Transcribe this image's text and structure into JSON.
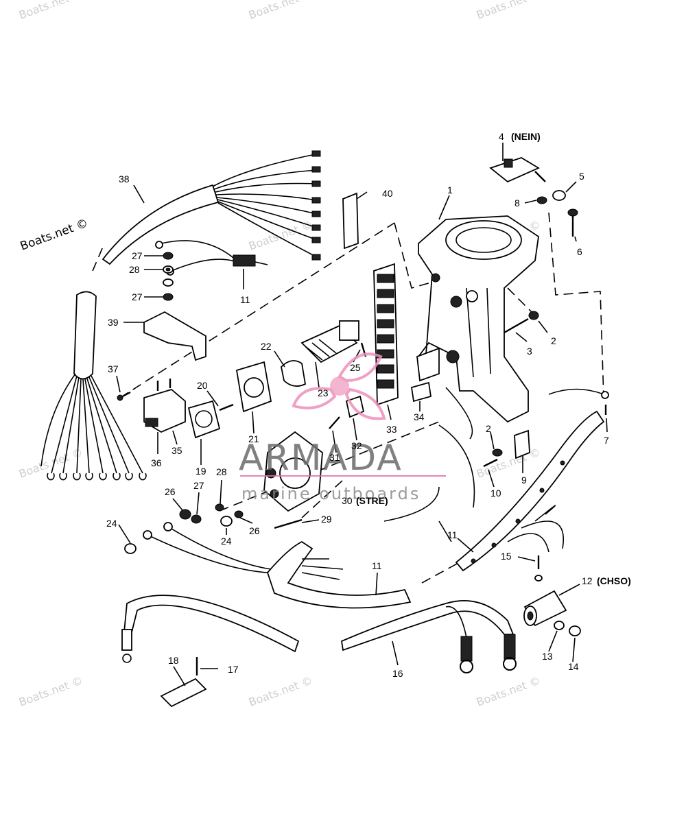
{
  "watermarks": {
    "site": "Boats.net ©",
    "site_plain": "Boats.net"
  },
  "logo": {
    "name": "ARMADA",
    "tagline": "marine outboards"
  },
  "callouts": {
    "c1": "1",
    "c2a": "2",
    "c2b": "2",
    "c3": "3",
    "c4": "4",
    "c4_note": "(NEIN)",
    "c5": "5",
    "c6": "6",
    "c7": "7",
    "c8": "8",
    "c9": "9",
    "c10": "10",
    "c11a": "11",
    "c11b": "11",
    "c11c": "11",
    "c12": "12",
    "c12_note": "(CHSO)",
    "c13": "13",
    "c14": "14",
    "c15": "15",
    "c16": "16",
    "c17": "17",
    "c18": "18",
    "c19": "19",
    "c20": "20",
    "c21": "21",
    "c22": "22",
    "c23": "23",
    "c24a": "24",
    "c24b": "24",
    "c25": "25",
    "c26a": "26",
    "c26b": "26",
    "c27a": "27",
    "c27b": "27",
    "c27c": "27",
    "c28a": "28",
    "c28b": "28",
    "c29": "29",
    "c30": "30",
    "c30_note": "(STRE)",
    "c31": "31",
    "c32": "32",
    "c33": "33",
    "c34": "34",
    "c35": "35",
    "c36": "36",
    "c37": "37",
    "c38": "38",
    "c39": "39",
    "c40": "40"
  }
}
